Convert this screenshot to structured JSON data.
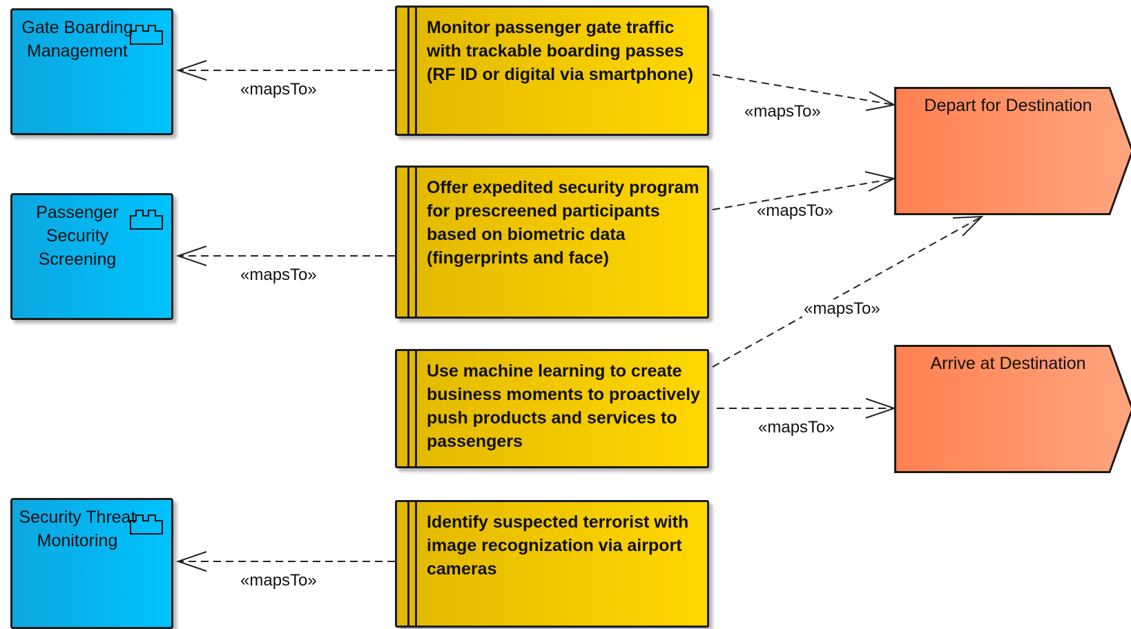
{
  "components": [
    {
      "id": "gate",
      "label": "Gate Boarding Management",
      "icon": "component-icon"
    },
    {
      "id": "security",
      "label": "Passenger Security Screening",
      "icon": "component-icon"
    },
    {
      "id": "threat",
      "label": "Security Threat Monitoring",
      "icon": "component-icon"
    }
  ],
  "tasks": [
    {
      "id": "t1",
      "label": "Monitor passenger gate traffic with trackable boarding passes (RF ID or digital via smartphone)"
    },
    {
      "id": "t2",
      "label": "Offer expedited security program for prescreened participants based on biometric data (fingerprints and face)"
    },
    {
      "id": "t3",
      "label": "Use machine learning to create business moments to proactively push products and services to passengers"
    },
    {
      "id": "t4",
      "label": "Identify suspected terrorist with image recognization via airport cameras"
    }
  ],
  "stages": [
    {
      "id": "depart",
      "label": "Depart for Destination"
    },
    {
      "id": "arrive",
      "label": "Arrive at Destination"
    }
  ],
  "relationships": [
    {
      "from": "t1",
      "to": "gate",
      "label": "«mapsTo»"
    },
    {
      "from": "t2",
      "to": "security",
      "label": "«mapsTo»"
    },
    {
      "from": "t4",
      "to": "threat",
      "label": "«mapsTo»"
    },
    {
      "from": "t1",
      "to": "depart",
      "label": "«mapsTo»"
    },
    {
      "from": "t2",
      "to": "depart",
      "label": "«mapsTo»"
    },
    {
      "from": "t3",
      "to": "depart",
      "label": "«mapsTo»"
    },
    {
      "from": "t3",
      "to": "arrive",
      "label": "«mapsTo»"
    }
  ],
  "colors": {
    "component": "#00bfff",
    "task": "#ffd700",
    "stage": "#ff9060",
    "outline": "#1b1b1b"
  }
}
